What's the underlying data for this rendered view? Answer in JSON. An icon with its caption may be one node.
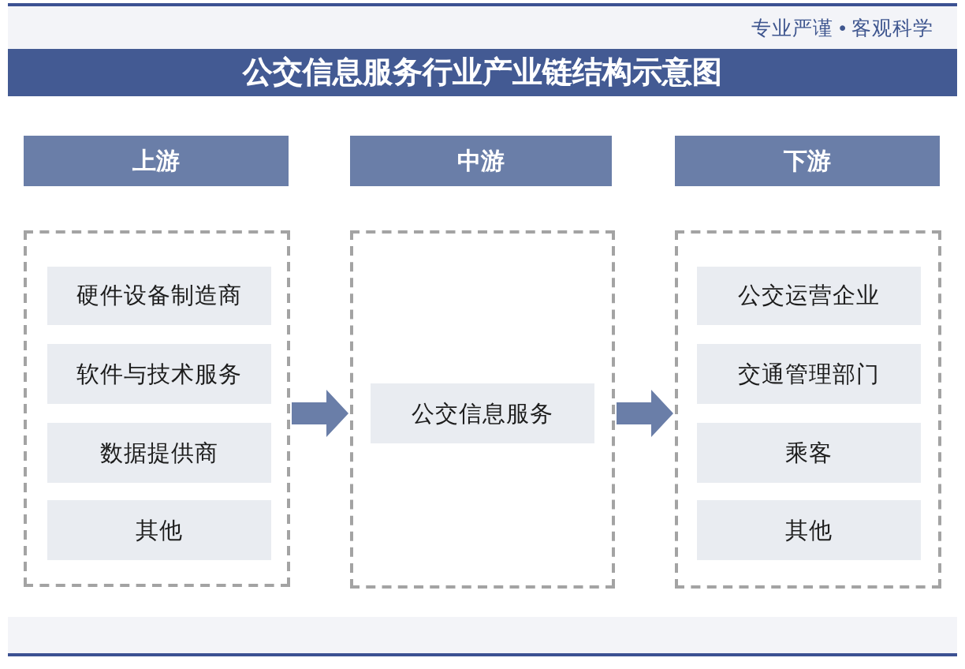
{
  "diagram": {
    "title": "公交信息服务行业产业链结构示意图",
    "nodes": [
      {
        "text": [
          "上游"
        ]
      },
      {
        "text": [],
        "shape": "box"
      },
      {
        "text": [
          "硬件设备制造商"
        ],
        "in": 1
      },
      {
        "text": [
          "软件与技术服务"
        ],
        "in": 1
      },
      {
        "text": [
          "数据提供商"
        ],
        "in": 1
      },
      {
        "text": [
          "其他"
        ],
        "in": 1
      },
      {
        "text": [
          "中游"
        ]
      },
      {
        "text": [],
        "shape": "box"
      },
      {
        "text": [
          "公交信息服务"
        ],
        "in": 7
      },
      {
        "text": [
          "下游"
        ]
      },
      {
        "text": [],
        "shape": "box"
      },
      {
        "text": [
          "公交运营企业"
        ],
        "in": 10
      },
      {
        "text": [
          "交通管理部门"
        ],
        "in": 10
      },
      {
        "text": [
          "乘客"
        ],
        "in": 10
      },
      {
        "text": [
          "其他"
        ],
        "in": 10
      }
    ],
    "edges": [
      {
        "from": 1,
        "to": 7,
        "arrow": "to"
      },
      {
        "from": 7,
        "to": 10,
        "arrow": "to"
      }
    ],
    "labels": [
      "专业严谨 • 客观科学"
    ]
  }
}
